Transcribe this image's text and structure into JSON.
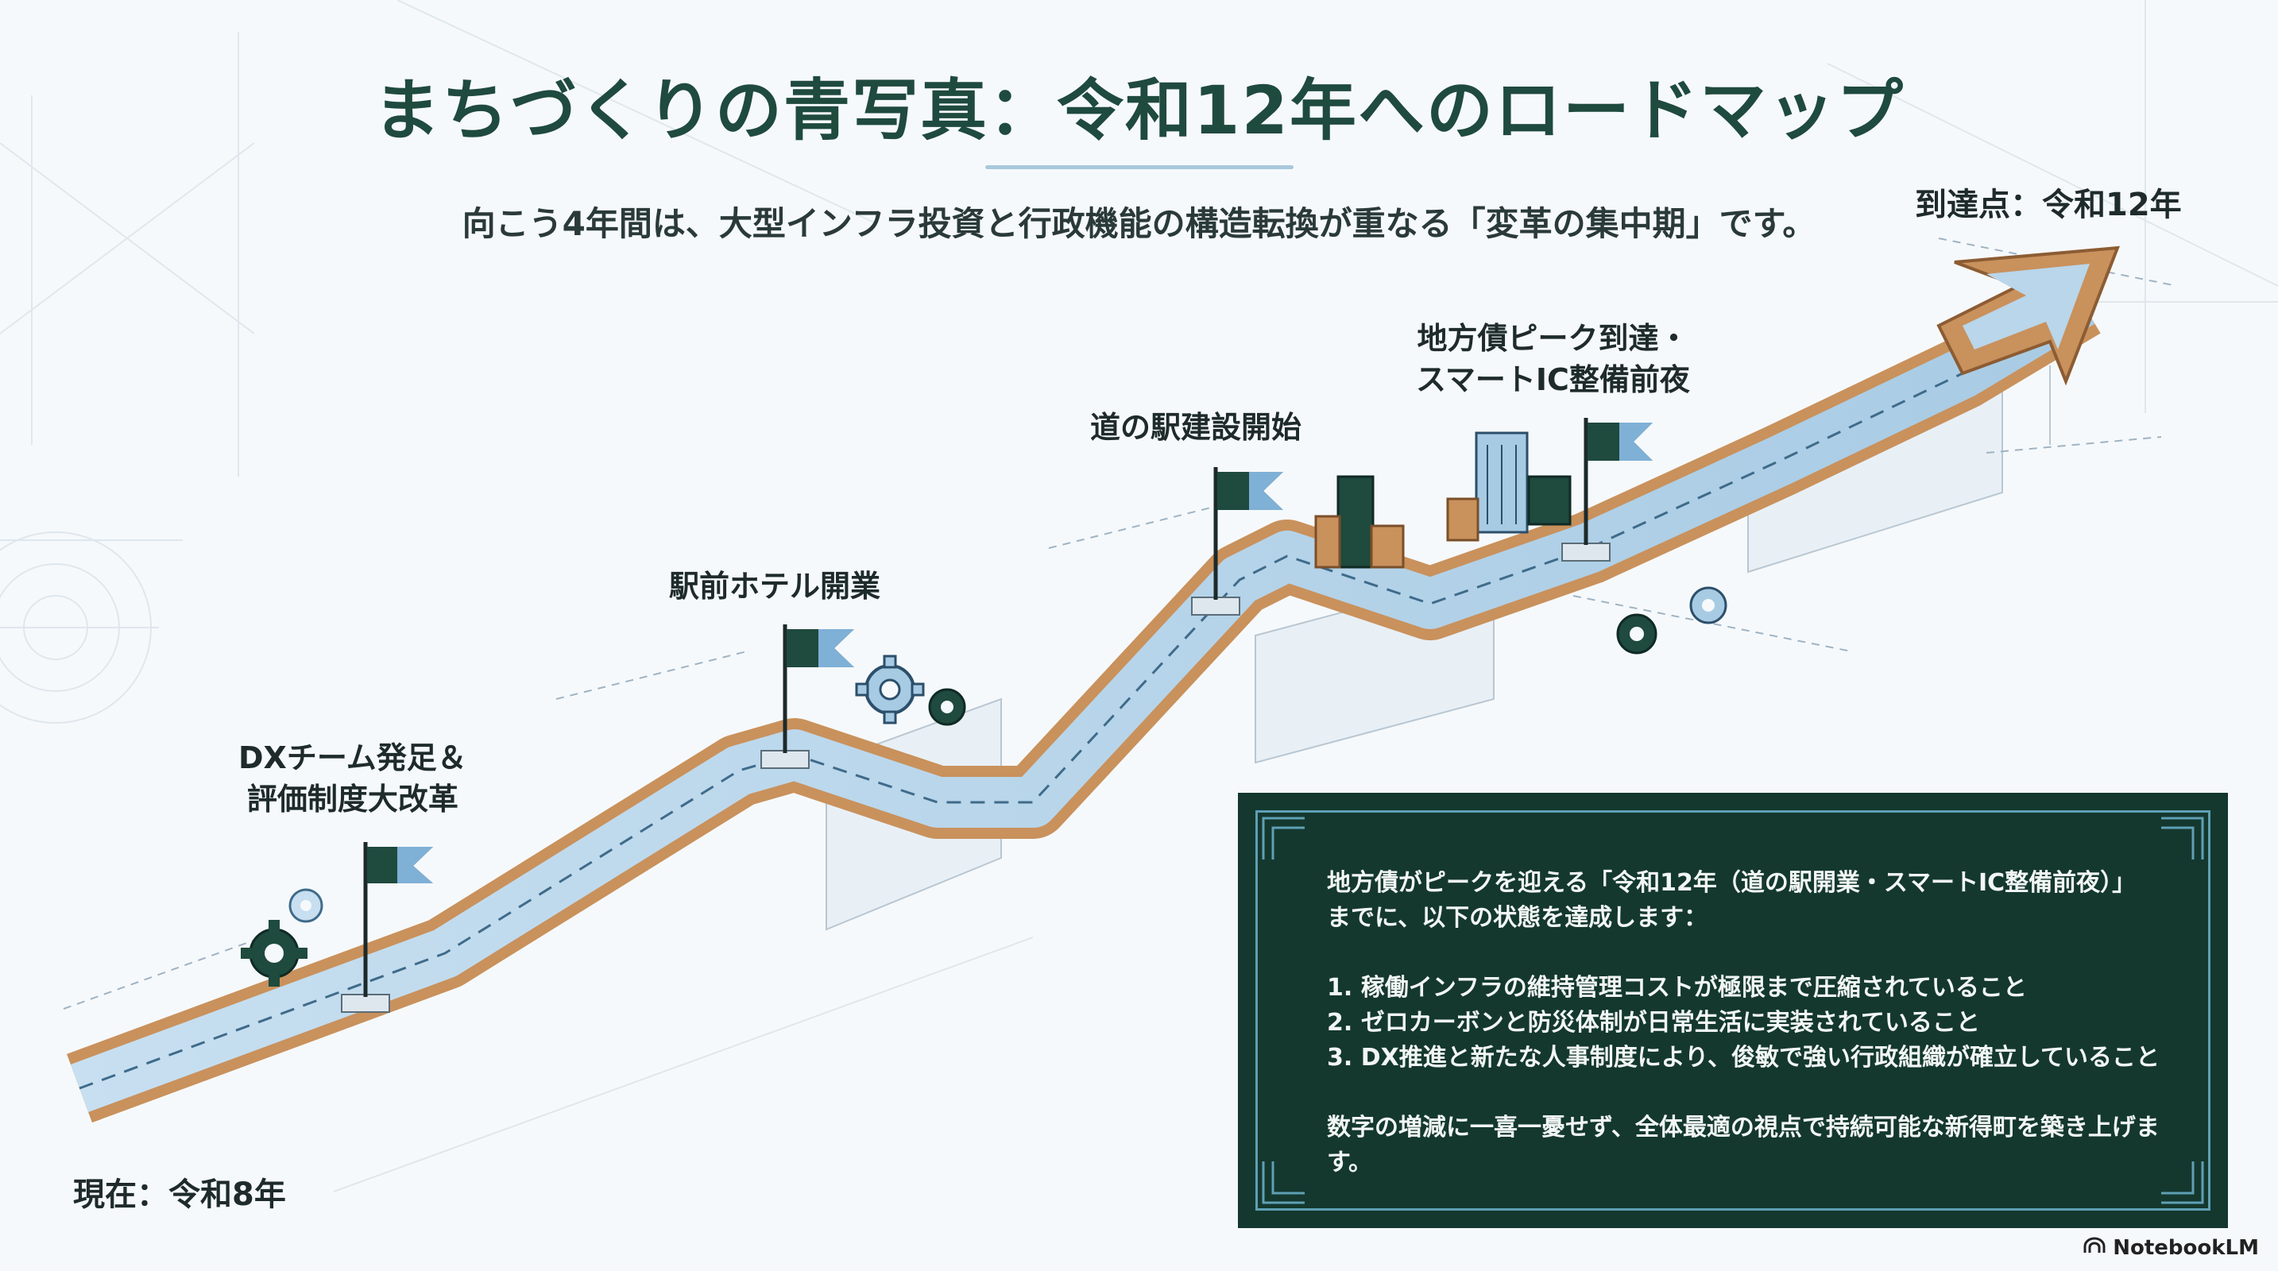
{
  "title": "まちづくりの青写真：令和12年へのロードマップ",
  "subtitle": "向こう4年間は、大型インフラ投資と行政機能の構造転換が重なる「変革の集中期」です。",
  "start_label": "現在：令和8年",
  "end_label": "到達点：令和12年",
  "milestones": [
    {
      "line1": "DXチーム発足＆",
      "line2": "評価制度大改革"
    },
    {
      "line1": "駅前ホテル開業",
      "line2": ""
    },
    {
      "line1": "道の駅建設開始",
      "line2": ""
    },
    {
      "line1": "地方債ピーク到達・",
      "line2": "スマートIC整備前夜"
    }
  ],
  "info": {
    "intro1": "地方債がピークを迎える「令和12年（道の駅開業・スマートIC整備前夜）」",
    "intro2": "までに、以下の状態を達成します：",
    "items": [
      "1.  稼働インフラの維持管理コストが極限まで圧縮されていること",
      "2.  ゼロカーボンと防災体制が日常生活に実装されていること",
      "3.  DX推進と新たな人事制度により、俊敏で強い行政組織が確立していること"
    ],
    "closing": "数字の増減に一喜一憂せず、全体最適の視点で持続可能な新得町を築き上げます。"
  },
  "brand": "NotebookLM",
  "icons": [
    "gear-icon",
    "flag-icon",
    "building-icon",
    "arrow-icon",
    "notebooklm-logo-icon"
  ],
  "colors": {
    "road_blue": "#b9d6ea",
    "road_edge": "#c9915c",
    "flag": "#1f4a3e",
    "flag_accent": "#7fb0d6",
    "box_bg": "#14382e",
    "title": "#1f4a3e"
  }
}
